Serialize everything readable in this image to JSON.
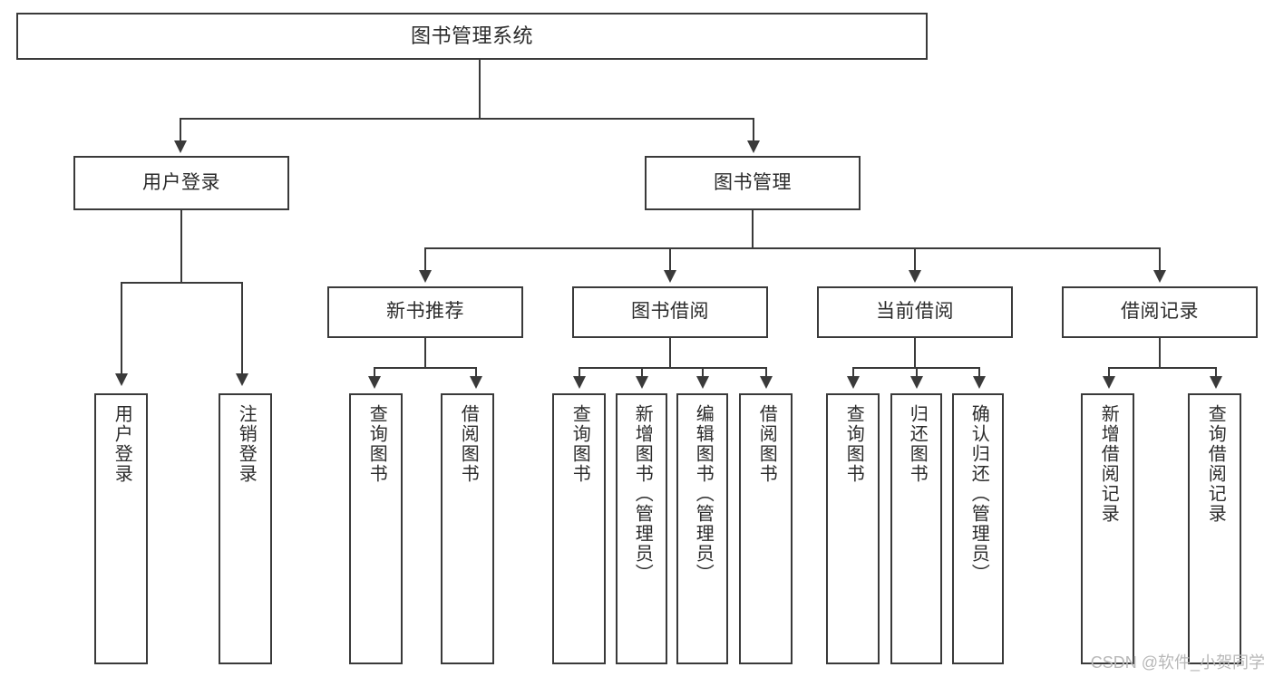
{
  "diagram": {
    "title": "图书管理系统",
    "type": "hierarchy-tree",
    "watermark": "CSDN @软件_小贺同学",
    "colors": {
      "stroke": "#3a3a3a",
      "text": "#2b2b2b",
      "background": "#ffffff",
      "watermark": "#b8b8b8"
    },
    "root": {
      "label": "图书管理系统"
    },
    "level2": [
      {
        "label": "用户登录"
      },
      {
        "label": "图书管理"
      }
    ],
    "level3": [
      {
        "label": "新书推荐"
      },
      {
        "label": "图书借阅"
      },
      {
        "label": "当前借阅"
      },
      {
        "label": "借阅记录"
      }
    ],
    "leaves": {
      "user_login": [
        {
          "label": "用户登录"
        },
        {
          "label": "注销登录"
        }
      ],
      "new_book_recommend": [
        {
          "label": "查询图书"
        },
        {
          "label": "借阅图书"
        }
      ],
      "book_borrow": [
        {
          "label": "查询图书"
        },
        {
          "label": "新增图书（管理员）"
        },
        {
          "label": "编辑图书（管理员）"
        },
        {
          "label": "借阅图书"
        }
      ],
      "current_borrow": [
        {
          "label": "查询图书"
        },
        {
          "label": "归还图书"
        },
        {
          "label": "确认归还（管理员）"
        }
      ],
      "borrow_record": [
        {
          "label": "新增借阅记录"
        },
        {
          "label": "查询借阅记录"
        }
      ]
    }
  }
}
